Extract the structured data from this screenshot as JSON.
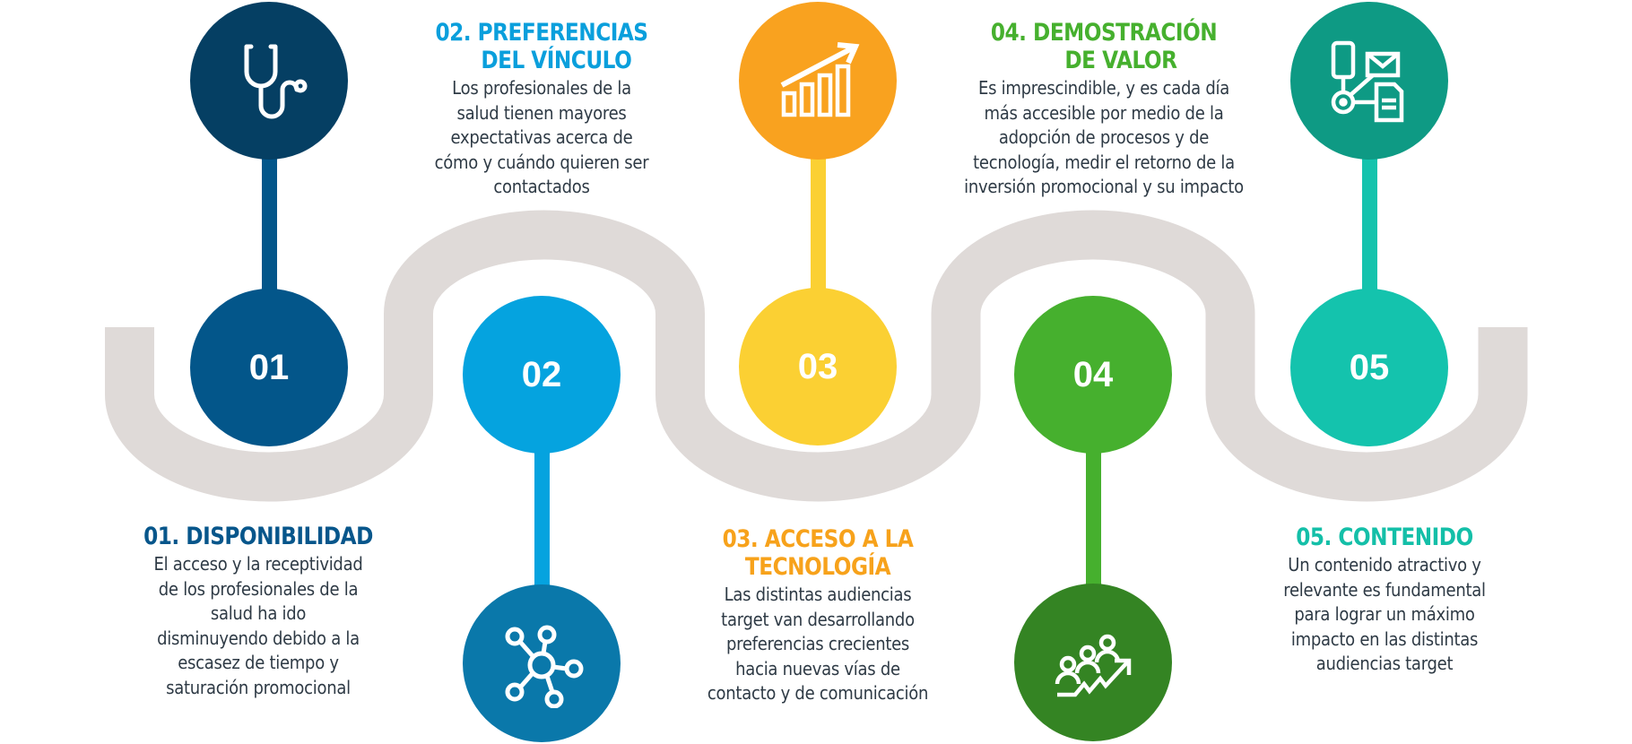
{
  "colors": {
    "wave": "#dfdad8",
    "text_body": "#2e3a45",
    "step1_icon": "#053f63",
    "step1_num": "#03568a",
    "step2_num": "#05a3df",
    "step2_icon": "#0a78aa",
    "step3_icon": "#f9a21f",
    "step3_num": "#fbd033",
    "step4_num": "#46b02e",
    "step4_icon": "#348423",
    "step5_icon": "#0e9a84",
    "step5_num": "#14c3ad"
  },
  "steps": [
    {
      "number": "01",
      "icon": "stethoscope-icon",
      "title_prefix": "01.",
      "title_line1": "DISPONIBILIDAD",
      "title_line2": "",
      "title_color": "#07568b",
      "body": [
        "El acceso y la receptividad",
        "de los profesionales de la",
        "salud ha ido",
        "disminuyendo debido a la",
        "escasez de tiempo y",
        "saturación promocional"
      ]
    },
    {
      "number": "02",
      "icon": "network-hub-icon",
      "title_prefix": "02.",
      "title_line1": "PREFERENCIAS",
      "title_line2": "DEL VÍNCULO",
      "title_color": "#0a9fdc",
      "body": [
        "Los profesionales de la",
        "salud tienen mayores",
        "expectativas acerca de",
        "cómo y cuándo quieren ser",
        "contactados"
      ]
    },
    {
      "number": "03",
      "icon": "growth-chart-icon",
      "title_prefix": "03.",
      "title_line1": "ACCESO A LA",
      "title_line2": "TECNOLOGÍA",
      "title_color": "#f7a21b",
      "body": [
        "Las distintas audiencias",
        "target van desarrollando",
        "preferencias crecientes",
        "hacia nuevas vías de",
        "contacto y de comunicación"
      ]
    },
    {
      "number": "04",
      "icon": "people-growth-icon",
      "title_prefix": "04.",
      "title_line1": "DEMOSTRACIÓN",
      "title_line2": "DE VALOR",
      "title_color": "#46b02e",
      "body": [
        "Es imprescindible, y es cada día",
        "más accesible por medio de la",
        "adopción de procesos y de",
        "tecnología, medir el retorno de la",
        "inversión promocional y su impacto"
      ]
    },
    {
      "number": "05",
      "icon": "omnichannel-content-icon",
      "title_prefix": "05.",
      "title_line1": "CONTENIDO",
      "title_line2": "",
      "title_color": "#14bfa8",
      "body": [
        "Un contenido atractivo y",
        "relevante es fundamental",
        "para lograr un máximo",
        "impacto en las distintas",
        "audiencias target"
      ]
    }
  ]
}
